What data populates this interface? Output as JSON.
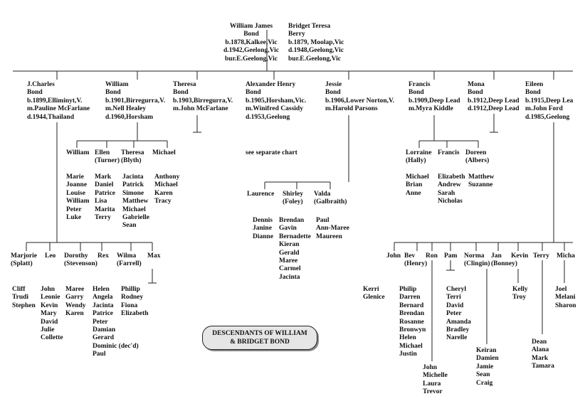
{
  "banner": {
    "line1": "DESCENDANTS OF WILLIAM",
    "line2": "& BRIDGET BOND"
  },
  "nodes": [
    {
      "id": "william-james",
      "lines": [
        "William James",
        "Bond",
        "b.1878,Kalkee,Vic",
        "d.1942,Geelong,Vic",
        "bur.E.Geelong,Vic"
      ]
    },
    {
      "id": "bridget-teresa",
      "lines": [
        "Bridget Teresa",
        "Berry",
        "b.1879, Moolap,Vic",
        "d.1948,Geelong,Vic",
        "bur.E.Geelong,Vic"
      ]
    },
    {
      "id": "j-charles",
      "lines": [
        "J.Charles",
        "Bond",
        "b.1899,Elliminyt,V.",
        "m.Pauline McFarlane",
        "d.1944,Thailand"
      ]
    },
    {
      "id": "william-bond",
      "lines": [
        "William",
        "Bond",
        "b.1901,Birregurra,V.",
        "m.Nell Healey",
        "d.1960,Horsham"
      ]
    },
    {
      "id": "theresa-bond",
      "lines": [
        "Theresa",
        "Bond",
        "b.1903,Birregurra,V.",
        "m.John McFarlane"
      ]
    },
    {
      "id": "alexander-henry",
      "lines": [
        "Alexander Henry",
        "Bond",
        "b.1905,Horsham,Vic.",
        "m.Winifred Cassidy",
        "d.1953,Geelong"
      ]
    },
    {
      "id": "jessie-bond",
      "lines": [
        "Jessie",
        "Bond",
        "b.1906,Lower Norton,V.",
        "m.Harold Parsons"
      ]
    },
    {
      "id": "francis-bond",
      "lines": [
        "Francis",
        "Bond",
        "b.1909,Deep Lead",
        "m.Myra Kiddle"
      ]
    },
    {
      "id": "mona-bond",
      "lines": [
        "Mona",
        "Bond",
        "b.1912,Deep Lead",
        "d.1912,Deep Lead"
      ]
    },
    {
      "id": "eileen-bond",
      "lines": [
        "Eileen",
        "Bond",
        "b.1915,Deep Lea",
        "m.John Ford",
        "d.1985,Geelong"
      ]
    },
    {
      "id": "see-separate",
      "lines": [
        "see separate chart"
      ]
    },
    {
      "id": "w-william",
      "lines": [
        "William"
      ]
    },
    {
      "id": "w-ellen",
      "lines": [
        "Ellen",
        "(Turner)"
      ]
    },
    {
      "id": "w-theresa",
      "lines": [
        "Theresa",
        "(Blyth)"
      ]
    },
    {
      "id": "w-michael",
      "lines": [
        "Michael"
      ]
    },
    {
      "id": "w-william-kids",
      "lines": [
        "Marie",
        "Joanne",
        "Louise",
        "William",
        "Peter",
        "Luke"
      ]
    },
    {
      "id": "w-ellen-kids",
      "lines": [
        "Mark",
        "Daniel",
        "Patrice",
        "Lisa",
        "Marita",
        "Terry"
      ]
    },
    {
      "id": "w-theresa-kids",
      "lines": [
        "Jacinta",
        "Patrick",
        "Simone",
        "Matthew",
        "Michael",
        "Gabrielle",
        "Sean"
      ]
    },
    {
      "id": "w-michael-kids",
      "lines": [
        "Anthony",
        "Michael",
        "Karen",
        "Tracy"
      ]
    },
    {
      "id": "c-marjorie",
      "lines": [
        "Marjorie",
        "(Splatt)"
      ]
    },
    {
      "id": "c-leo",
      "lines": [
        "Leo"
      ]
    },
    {
      "id": "c-dorothy",
      "lines": [
        "Dorothy",
        "(Stevenson)"
      ]
    },
    {
      "id": "c-rex",
      "lines": [
        "Rex"
      ]
    },
    {
      "id": "c-wilma",
      "lines": [
        "Wilma",
        "(Farrell)"
      ]
    },
    {
      "id": "c-max",
      "lines": [
        "Max"
      ]
    },
    {
      "id": "c-marjorie-kids",
      "lines": [
        "Cliff",
        "Trudi",
        "Stephen"
      ]
    },
    {
      "id": "c-leo-kids",
      "lines": [
        "John",
        "Leonie",
        "Kevin",
        "Mary",
        "David",
        "Julie",
        "Collette"
      ]
    },
    {
      "id": "c-dorothy-kids",
      "lines": [
        "Maree",
        "Garry",
        "Wendy",
        "Karen"
      ]
    },
    {
      "id": "c-rex-kids",
      "lines": [
        "Helen",
        "Angela",
        "Jacinta",
        "Patrice",
        "Peter",
        "Damian",
        "Gerard",
        "Dominic (dec'd)",
        "Paul"
      ]
    },
    {
      "id": "c-wilma-kids",
      "lines": [
        "Phillip",
        "Rodney",
        "Fiona",
        "Elizabeth"
      ]
    },
    {
      "id": "j-laurence",
      "lines": [
        "Laurence"
      ]
    },
    {
      "id": "j-shirley",
      "lines": [
        "Shirley",
        "(Foley)"
      ]
    },
    {
      "id": "j-valda",
      "lines": [
        "Valda",
        "(Galbraith)"
      ]
    },
    {
      "id": "j-laurence-kids",
      "lines": [
        "Dennis",
        "Janine",
        "Dianne"
      ]
    },
    {
      "id": "j-shirley-kids",
      "lines": [
        "Brendan",
        "Gavin",
        "Bernadette",
        "Kieran",
        "Gerald",
        "Maree",
        "Carmel",
        "Jacinta"
      ]
    },
    {
      "id": "j-valda-kids",
      "lines": [
        "Paul",
        "Ann-Maree",
        "Maureen"
      ]
    },
    {
      "id": "f-lorraine",
      "lines": [
        "Lorraine",
        "(Hally)"
      ]
    },
    {
      "id": "f-francis",
      "lines": [
        "Francis"
      ]
    },
    {
      "id": "f-doreen",
      "lines": [
        "Doreen",
        "(Albers)"
      ]
    },
    {
      "id": "f-lorraine-kids",
      "lines": [
        "Michael",
        "Brian",
        "Anne"
      ]
    },
    {
      "id": "f-francis-kids",
      "lines": [
        "Elizabeth",
        "Andrew",
        "Sarah",
        "Nicholas"
      ]
    },
    {
      "id": "f-doreen-kids",
      "lines": [
        "Matthew",
        "Suzanne"
      ]
    },
    {
      "id": "e-john",
      "lines": [
        "John"
      ]
    },
    {
      "id": "e-bev",
      "lines": [
        "Bev",
        "(Henry)"
      ]
    },
    {
      "id": "e-ron",
      "lines": [
        "Ron"
      ]
    },
    {
      "id": "e-pam",
      "lines": [
        "Pam"
      ]
    },
    {
      "id": "e-norma",
      "lines": [
        "Norma",
        "(Clingin)"
      ]
    },
    {
      "id": "e-jan",
      "lines": [
        "Jan",
        "(Bonney)"
      ]
    },
    {
      "id": "e-kevin",
      "lines": [
        "Kevin"
      ]
    },
    {
      "id": "e-terry",
      "lines": [
        "Terry"
      ]
    },
    {
      "id": "e-michael",
      "lines": [
        "Micha"
      ]
    },
    {
      "id": "e-john-kids",
      "lines": [
        "Kerri",
        "Glenice"
      ]
    },
    {
      "id": "e-bev-kids",
      "lines": [
        "Philip",
        "Darren",
        "Bernard",
        "Brendan",
        "Rosanne",
        "Bronwyn",
        "Helen",
        "Michael",
        "Justin"
      ]
    },
    {
      "id": "e-ron-kids",
      "lines": [
        "John",
        "Michelle",
        "Laura",
        "Trevor"
      ]
    },
    {
      "id": "e-norma-kids",
      "lines": [
        "Cheryl",
        "Terri",
        "David",
        "Peter",
        "Amanda",
        "Bradley",
        "Narelle"
      ]
    },
    {
      "id": "e-jan-kids",
      "lines": [
        "Keiran",
        "Damien",
        "Jamie",
        "Sean",
        "Craig"
      ]
    },
    {
      "id": "e-kevin-kids",
      "lines": [
        "Kelly",
        "Troy"
      ]
    },
    {
      "id": "e-terry-kids",
      "lines": [
        "Dean",
        "Alana",
        "Mark",
        "Tamara"
      ]
    },
    {
      "id": "e-michael-kids",
      "lines": [
        "Joel",
        "Melani",
        "Sharon"
      ]
    }
  ]
}
